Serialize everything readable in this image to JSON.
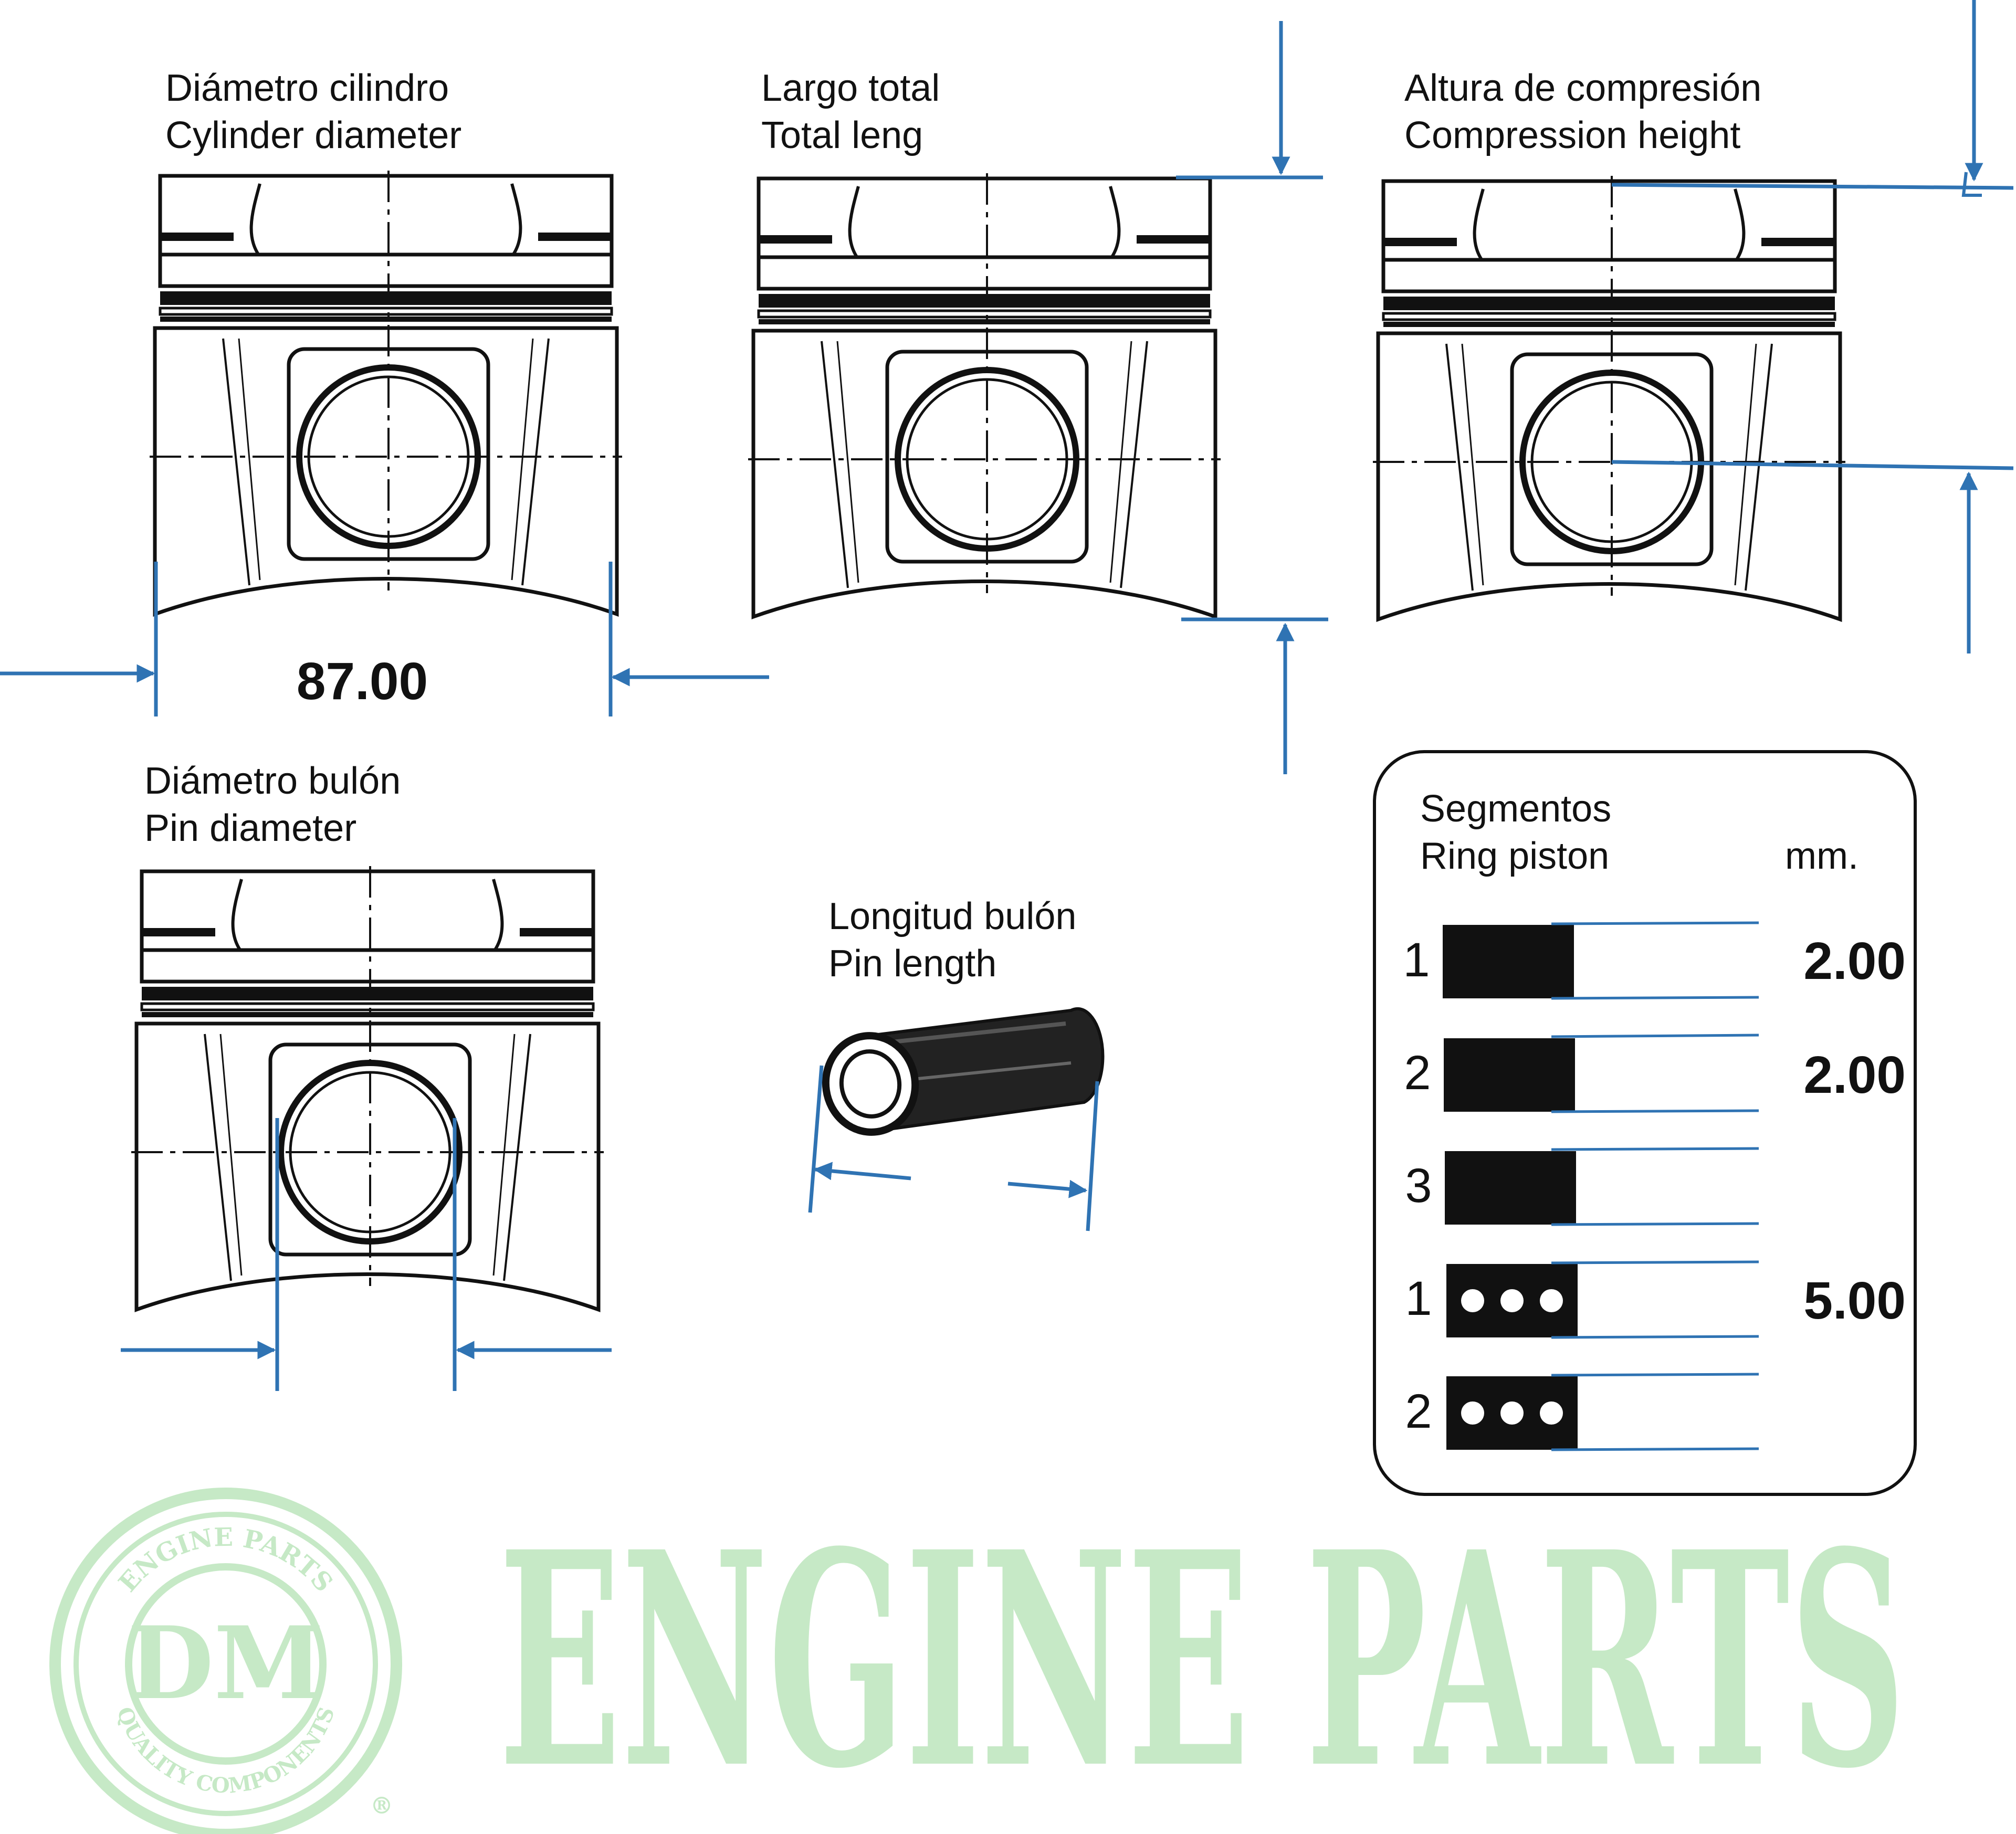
{
  "labels": {
    "cylinder_es": "Diámetro cilindro",
    "cylinder_en": "Cylinder diameter",
    "total_es": "Largo total",
    "total_en": "Total leng",
    "compression_es": "Altura de compresión",
    "compression_en": "Compression height",
    "pin_dia_es": "Diámetro bulón",
    "pin_dia_en": "Pin diameter",
    "pin_len_es": "Longitud bulón",
    "pin_len_en": "Pin length"
  },
  "values": {
    "cylinder_diameter": "87.00"
  },
  "rings": {
    "title_es": "Segmentos",
    "title_en": "Ring piston",
    "unit": "mm.",
    "items": [
      {
        "number": "1",
        "type": "solid",
        "value": "2.00"
      },
      {
        "number": "2",
        "type": "solid",
        "value": "2.00"
      },
      {
        "number": "3",
        "type": "solid",
        "value": ""
      },
      {
        "number": "1",
        "type": "oil",
        "value": "5.00"
      },
      {
        "number": "2",
        "type": "oil",
        "value": ""
      }
    ]
  },
  "watermark": {
    "brand": "ENGINE PARTS",
    "seal_initials": "DM",
    "seal_top": "ENGINE PARTS",
    "seal_bottom": "QUALITY COMPONENTS",
    "registered": "®"
  },
  "colors": {
    "dimension_blue": "#2f73b3",
    "watermark_green": "#c6e9c6",
    "ink": "#111111"
  }
}
